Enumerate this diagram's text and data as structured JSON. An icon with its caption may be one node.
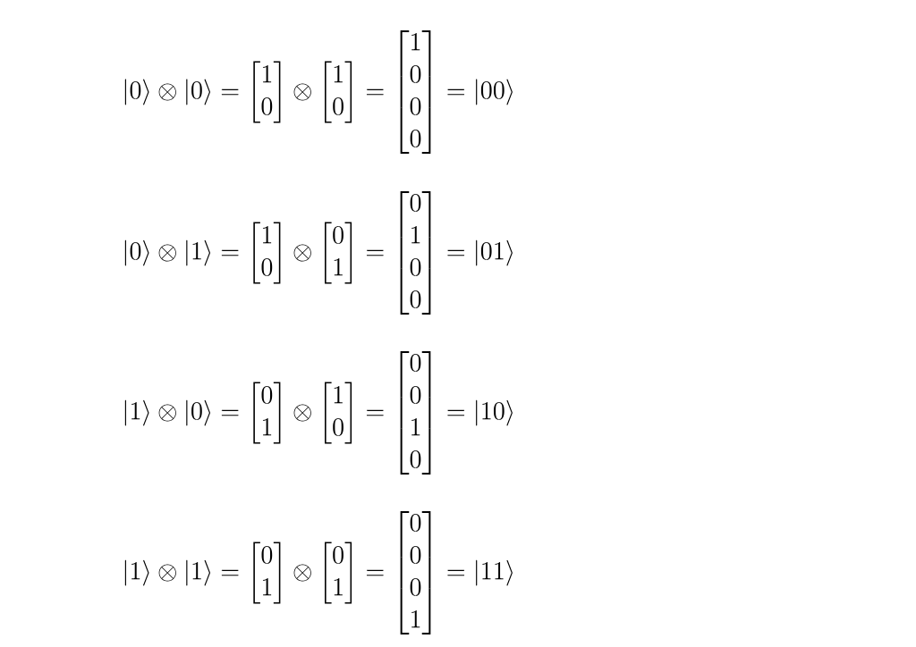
{
  "diagram": {
    "labels": [
      "|0\\rangle \\otimes |0\\rangle = \\begin{bmatrix}1\\\\0\\end{bmatrix} \\otimes \\begin{bmatrix}1\\\\0\\end{bmatrix} = \\begin{bmatrix}1\\\\0\\\\0\\\\0\\end{bmatrix} = |00\\rangle",
      "|0\\rangle \\otimes |1\\rangle = \\begin{bmatrix}1\\\\0\\end{bmatrix} \\otimes \\begin{bmatrix}0\\\\1\\end{bmatrix} = \\begin{bmatrix}0\\\\1\\\\0\\\\0\\end{bmatrix} = |01\\rangle",
      "|1\\rangle \\otimes |0\\rangle = \\begin{bmatrix}0\\\\1\\end{bmatrix} \\otimes \\begin{bmatrix}1\\\\0\\end{bmatrix} = \\begin{bmatrix}0\\\\0\\\\1\\\\0\\end{bmatrix} = |10\\rangle",
      "|1\\rangle \\otimes |1\\rangle = \\begin{bmatrix}0\\\\1\\end{bmatrix} \\otimes \\begin{bmatrix}0\\\\1\\end{bmatrix} = \\begin{bmatrix}0\\\\0\\\\0\\\\1\\end{bmatrix} = |11\\rangle"
    ]
  }
}
